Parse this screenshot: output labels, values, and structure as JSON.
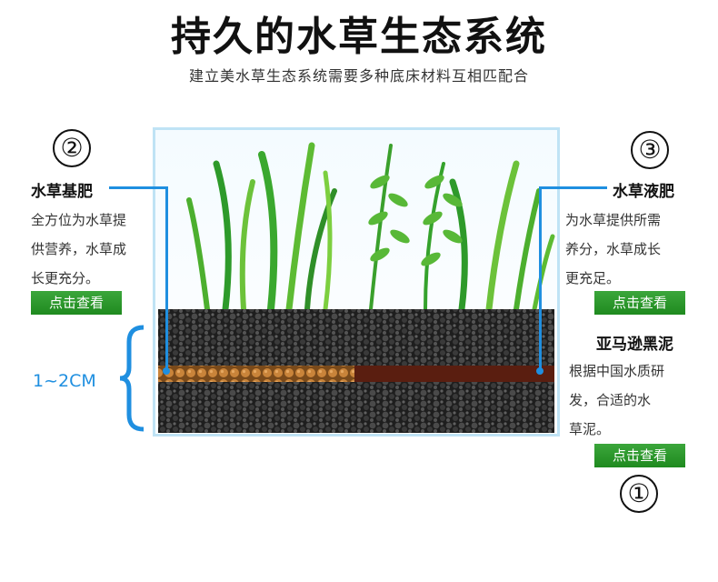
{
  "header": {
    "title": "持久的水草生态系统",
    "subtitle": "建立美水草生态系统需要多种底床材料互相匹配合"
  },
  "left": {
    "number": "②",
    "heading": "水草基肥",
    "desc_lines": [
      "全方位为水草提",
      "供营养，水草成",
      "长更充分。"
    ],
    "button": "点击查看",
    "range_label": "1~2CM"
  },
  "right_top": {
    "number": "③",
    "heading": "水草液肥",
    "desc_lines": [
      "为水草提供所需",
      "养分，水草成长",
      "更充足。"
    ],
    "button": "点击查看"
  },
  "right_bottom": {
    "number": "①",
    "heading": "亚马逊黑泥",
    "desc_lines": [
      "根据中国水质研",
      "发，合适的水",
      "草泥。"
    ],
    "button": "点击查看"
  },
  "colors": {
    "accent_blue": "#1f8fe0",
    "button_green": "#2a9a2a",
    "soil_black": "#2a2a2a",
    "fertilizer_brown": "#b8742a"
  }
}
